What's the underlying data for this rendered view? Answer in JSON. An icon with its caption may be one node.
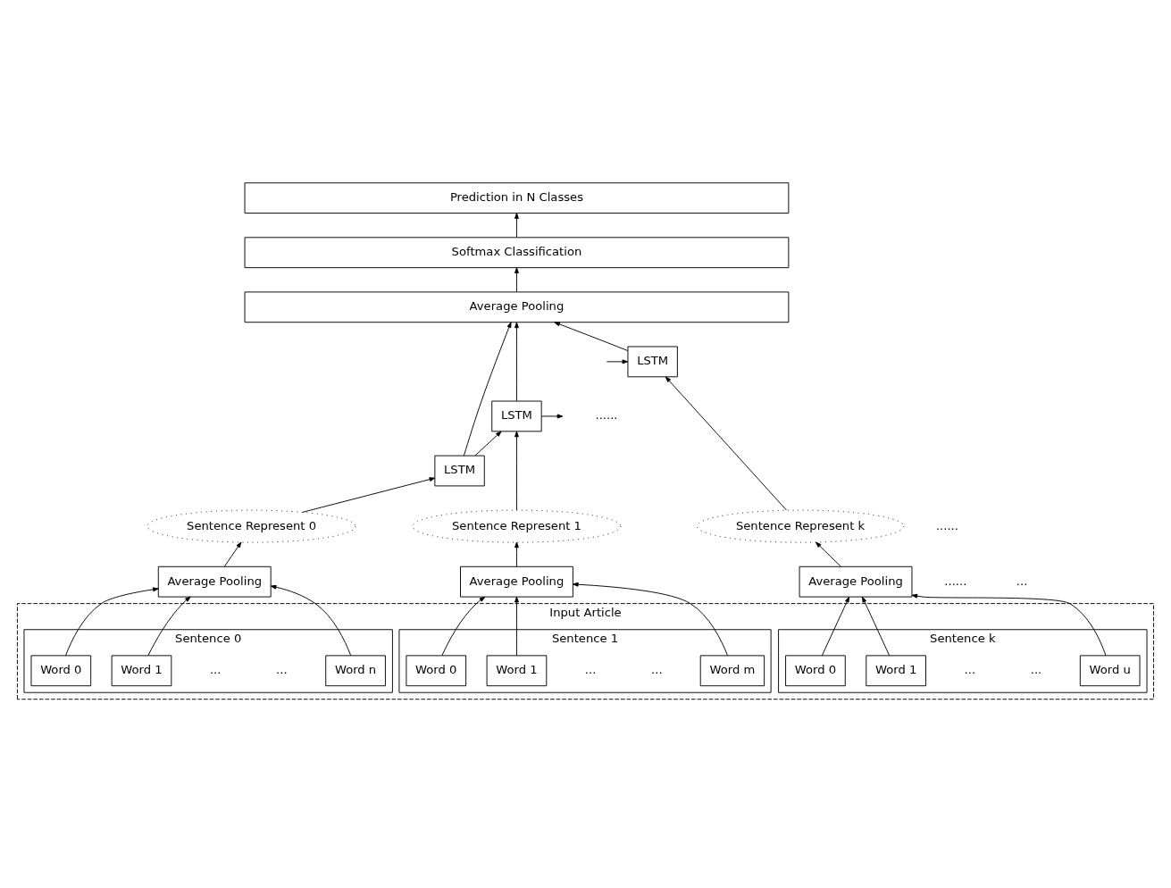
{
  "diagram": {
    "nodes": [
      {
        "text": [
          "Prediction in N Classes"
        ]
      },
      {
        "text": [
          "Softmax Classification"
        ]
      },
      {
        "text": [
          "Average Pooling"
        ]
      },
      {
        "text": [
          "LSTM"
        ]
      },
      {
        "text": [
          "LSTM"
        ]
      },
      {
        "text": [
          "LSTM"
        ]
      },
      {
        "text": [
          "Sentence Represent 0"
        ]
      },
      {
        "text": [
          "Sentence Represent 1"
        ]
      },
      {
        "text": [
          "Sentence Represent k"
        ]
      },
      {
        "text": [
          "Average Pooling"
        ]
      },
      {
        "text": [
          "Average Pooling"
        ]
      },
      {
        "text": [
          "Average Pooling"
        ]
      },
      {
        "text": [
          "Input Article"
        ]
      },
      {
        "text": [
          "Sentence 0"
        ],
        "in": 12
      },
      {
        "text": [
          "Word 0"
        ],
        "in": 13
      },
      {
        "text": [
          "Word 1"
        ],
        "in": 13
      },
      {
        "text": [
          "Word n"
        ],
        "in": 13
      },
      {
        "text": [
          "Sentence 1"
        ],
        "in": 12
      },
      {
        "text": [
          "Word 0"
        ],
        "in": 17
      },
      {
        "text": [
          "Word 1"
        ],
        "in": 17
      },
      {
        "text": [
          "Word m"
        ],
        "in": 17
      },
      {
        "text": [
          "Sentence k"
        ],
        "in": 12
      },
      {
        "text": [
          "Word 0"
        ],
        "in": 21
      },
      {
        "text": [
          "Word 1"
        ],
        "in": 21
      },
      {
        "text": [
          "Word u"
        ],
        "in": 21
      }
    ],
    "edges": [
      {
        "from": 1,
        "to": 0,
        "arrow": "to"
      },
      {
        "from": 2,
        "to": 1,
        "arrow": "to"
      },
      {
        "from": 3,
        "to": 2,
        "arrow": "to"
      },
      {
        "from": 4,
        "to": 2,
        "arrow": "to"
      },
      {
        "from": 5,
        "to": 2,
        "arrow": "to"
      },
      {
        "from": 3,
        "to": 4,
        "arrow": "to"
      },
      {
        "from": 4,
        "to": null,
        "arrow": "to"
      },
      {
        "from": null,
        "to": 5,
        "arrow": "to"
      },
      {
        "from": 6,
        "to": 3,
        "arrow": "to"
      },
      {
        "from": 7,
        "to": 4,
        "arrow": "to"
      },
      {
        "from": 8,
        "to": 5,
        "arrow": "to"
      },
      {
        "from": 9,
        "to": 6,
        "arrow": "to"
      },
      {
        "from": 10,
        "to": 7,
        "arrow": "to"
      },
      {
        "from": 11,
        "to": 8,
        "arrow": "to"
      },
      {
        "from": 14,
        "to": 9,
        "arrow": "to"
      },
      {
        "from": 15,
        "to": 9,
        "arrow": "to"
      },
      {
        "from": 16,
        "to": 9,
        "arrow": "to"
      },
      {
        "from": 18,
        "to": 10,
        "arrow": "to"
      },
      {
        "from": 19,
        "to": 10,
        "arrow": "to"
      },
      {
        "from": 20,
        "to": 10,
        "arrow": "to"
      },
      {
        "from": 22,
        "to": 11,
        "arrow": "to"
      },
      {
        "from": 23,
        "to": 11,
        "arrow": "to"
      },
      {
        "from": 24,
        "to": 11,
        "arrow": "to"
      }
    ],
    "labels": [
      "......",
      "......",
      "......",
      "...",
      "...",
      "...",
      "...",
      "...",
      "...",
      "..."
    ]
  }
}
